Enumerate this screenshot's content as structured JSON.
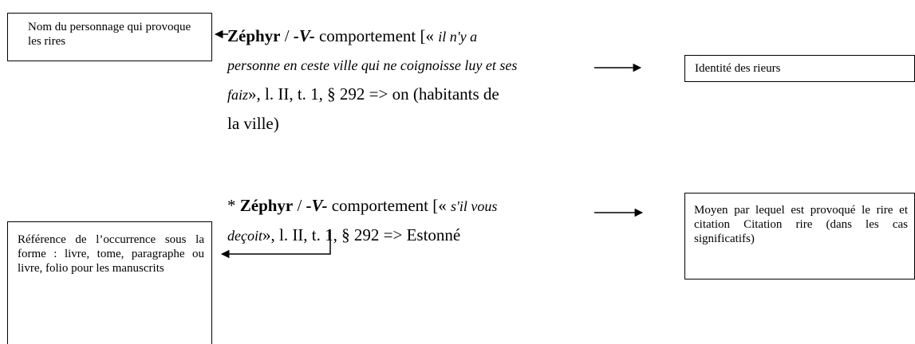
{
  "boxes": {
    "personnage": "Nom du personnage qui provoque les rires",
    "rieurs": "Identité des rieurs",
    "moyen": "Moyen par lequel est provoqué le rire et citation Citation rire (dans les cas significatifs)",
    "reference": "Référence de l’occurrence sous la forme : livre, tome, paragraphe ou livre, folio pour les manuscrits"
  },
  "entry1": {
    "name": "Zéphyr",
    "sep": " / ",
    "tag": "-V-",
    "word": " comportement [« ",
    "quote_line1": "il n'y a",
    "quote_line2": "personne en ceste ville qui ne coignoisse luy et ses",
    "quote_line3": "faiz",
    "ref": "», l. II, t. 1, § 292 => on (habitants de",
    "tail": "la ville)"
  },
  "entry2": {
    "star": "* ",
    "name": "Zéphyr",
    "sep": " / ",
    "tag": "-V-",
    "word": " comportement [« ",
    "quote_line1": "s'il vous",
    "quote_line2": "deçoit",
    "ref": "», l. II, t. 1, § 292 => Estonné"
  }
}
